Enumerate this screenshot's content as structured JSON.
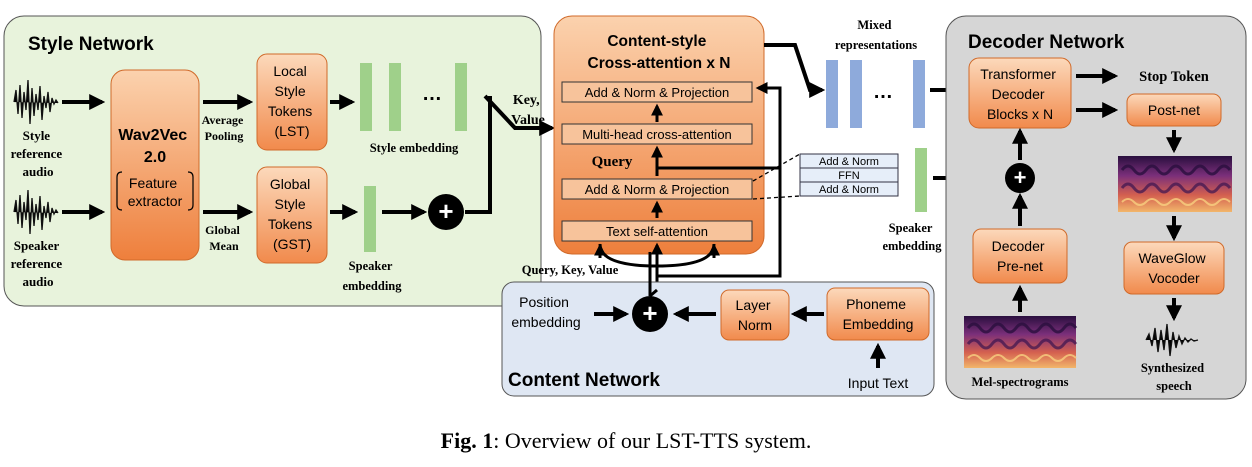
{
  "style_network": {
    "title": "Style Network",
    "style_ref_audio": [
      "Style",
      "reference",
      "audio"
    ],
    "speaker_ref_audio": [
      "Speaker",
      "reference",
      "audio"
    ],
    "wav2vec": [
      "Wav2Vec",
      "2.0"
    ],
    "feature_extractor": [
      "Feature",
      "extractor"
    ],
    "average_pooling": [
      "Average",
      "Pooling"
    ],
    "global_mean": [
      "Global",
      "Mean"
    ],
    "lst": [
      "Local",
      "Style",
      "Tokens",
      "(LST)"
    ],
    "gst": [
      "Global",
      "Style",
      "Tokens",
      "(GST)"
    ],
    "ellipsis": "…",
    "style_embedding": "Style embedding",
    "speaker_embedding": [
      "Speaker",
      "embedding"
    ],
    "plus": "+"
  },
  "cross_attention": {
    "title": [
      "Content-style",
      "Cross-attention x N"
    ],
    "add_norm_proj_top": "Add & Norm & Projection",
    "multihead": "Multi-head cross-attention",
    "query": "Query",
    "add_norm_proj_mid": "Add & Norm & Projection",
    "text_self_attention": "Text self-attention",
    "key_value": [
      "Key,",
      "Value"
    ],
    "qkv": "Query, Key, Value",
    "stack": [
      "Add & Norm",
      "FFN",
      "Add & Norm"
    ]
  },
  "mixed": {
    "label": [
      "Mixed",
      "representations"
    ],
    "ellipsis": "…",
    "speaker_embedding": [
      "Speaker",
      "embedding"
    ]
  },
  "content_network": {
    "title": "Content Network",
    "position_embedding": [
      "Position",
      "embedding"
    ],
    "layer_norm": [
      "Layer",
      "Norm"
    ],
    "phoneme_embedding": [
      "Phoneme",
      "Embedding"
    ],
    "input_text": "Input Text",
    "plus": "+"
  },
  "decoder_network": {
    "title": "Decoder Network",
    "transformer": [
      "Transformer",
      "Decoder",
      "Blocks x N"
    ],
    "stop_token": "Stop Token",
    "postnet": "Post-net",
    "decoder_prenet": [
      "Decoder",
      "Pre-net"
    ],
    "mel_spectrograms": "Mel-spectrograms",
    "waveglow": [
      "WaveGlow",
      "Vocoder"
    ],
    "synthesized_speech": [
      "Synthesized",
      "speech"
    ],
    "plus": "+"
  },
  "caption": {
    "fig": "Fig. 1",
    "text": ": Overview of our LST-TTS system."
  },
  "colors": {
    "orange_box": "#f08a4b",
    "orange_light": "#f7c39b",
    "green_panel": "#e8f3dc",
    "blue_panel": "#dfe7f3",
    "gray_panel": "#d6d6d6",
    "green_bar": "#9fd08a",
    "blue_bar": "#8eaadb"
  }
}
